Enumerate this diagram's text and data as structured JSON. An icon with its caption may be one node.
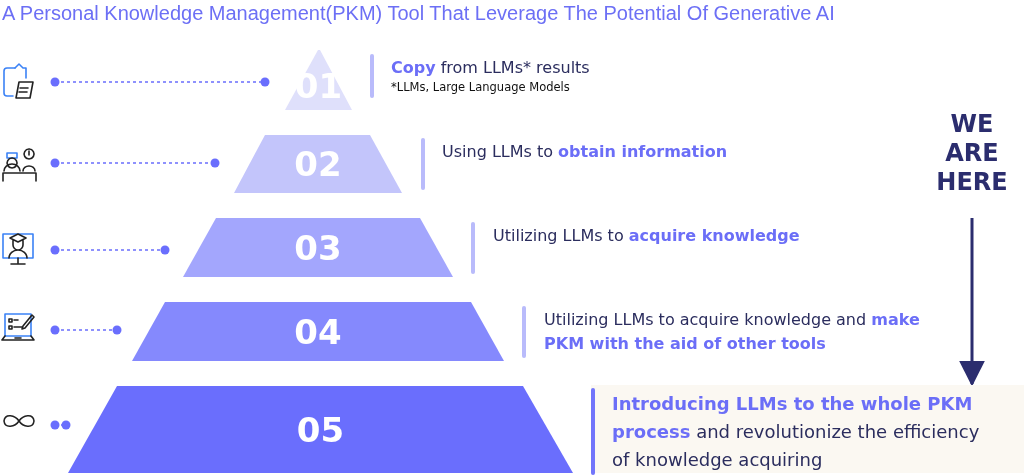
{
  "diagram": {
    "title": "A Personal Knowledge Management(PKM) Tool That Leverage The Potential Of Generative AI",
    "nodes": [
      {
        "text": [],
        "shape": "icon"
      },
      {
        "text": [
          "01"
        ],
        "beside": [
          "**Copy** from LLMs* results",
          "*LLMs, Large Language Models"
        ]
      },
      {
        "text": [],
        "shape": "icon"
      },
      {
        "text": [
          "02"
        ],
        "beside": [
          "Using LLMs to **obtain information**"
        ]
      },
      {
        "text": [
          "WE ARE HERE"
        ]
      },
      {
        "text": [],
        "shape": "icon"
      },
      {
        "text": [
          "03"
        ],
        "beside": [
          "Utilizing LLMs to **acquire knowledge**"
        ]
      },
      {
        "text": [],
        "shape": "icon"
      },
      {
        "text": [
          "04"
        ],
        "beside": [
          "Utilizing LLMs to acquire knowledge and **make PKM with the aid of other tools**"
        ]
      },
      {
        "text": [],
        "shape": "icon"
      },
      {
        "text": [
          "05"
        ],
        "beside": [
          "**Introducing LLMs to the whole PKM process** and revolutionize the efficiency of knowledge acquiring"
        ]
      }
    ],
    "edges": [
      {
        "from": 0,
        "to": 1,
        "arrow": "other",
        "style": "dashed"
      },
      {
        "from": 2,
        "to": 3,
        "arrow": "other",
        "style": "dashed"
      },
      {
        "from": 5,
        "to": 6,
        "arrow": "other",
        "style": "dashed"
      },
      {
        "from": 7,
        "to": 8,
        "arrow": "other",
        "style": "dashed"
      },
      {
        "from": 9,
        "to": 10,
        "arrow": "other",
        "style": "dashed"
      },
      {
        "from": 4,
        "to": 10,
        "arrow": "to",
        "color": "#2b2d6e"
      }
    ]
  }
}
